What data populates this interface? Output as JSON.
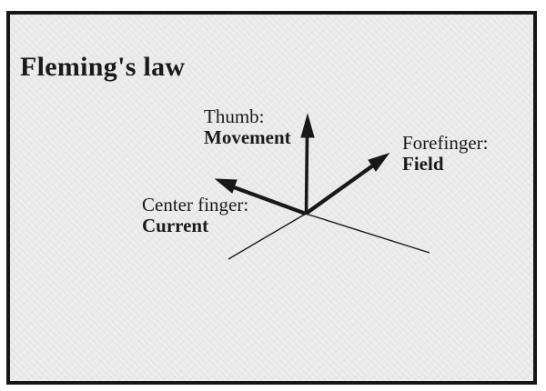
{
  "diagram": {
    "title": "Fleming's law",
    "labels": {
      "thumb": {
        "finger": "Thumb:",
        "quantity": "Movement"
      },
      "forefinger": {
        "finger": "Forefinger:",
        "quantity": "Field"
      },
      "center_finger": {
        "finger": "Center finger:",
        "quantity": "Current"
      }
    },
    "colors": {
      "ink": "#181818",
      "border": "#161616",
      "paper_fill": "#ecedec",
      "page_background": "#ffffff"
    }
  }
}
